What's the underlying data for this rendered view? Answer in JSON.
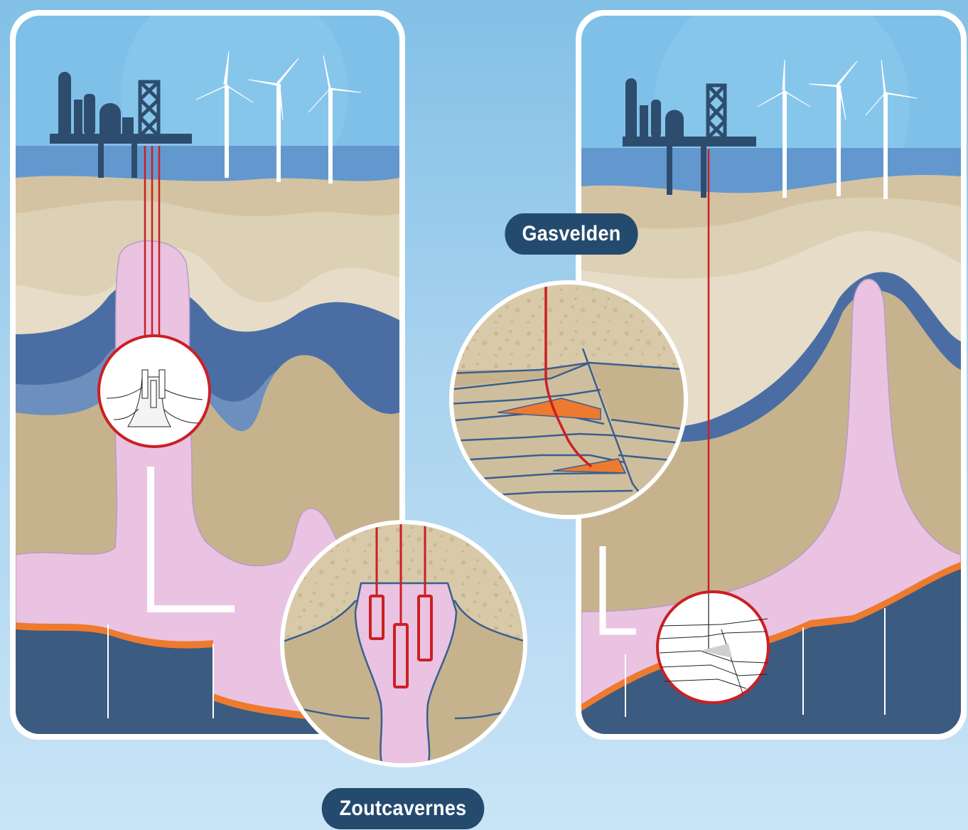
{
  "labels": {
    "gasvelden": "Gasvelden",
    "zoutcavernes": "Zoutcavernes"
  },
  "colors": {
    "sky": "#82c0e6",
    "sea": "#6398cf",
    "sand": "#d4c3a2",
    "sand_dark": "#c3b08a",
    "sand_light": "#e6dcc7",
    "aquifer": "#4a6ea4",
    "salt": "#e9c3e1",
    "basement": "#3c5b80",
    "gas": "#ee7a2f",
    "pipe": "#cc1f25",
    "platform": "#2e4d6e",
    "pill": "#244a6e"
  },
  "icons": [
    "platform-icon",
    "drilling-tower-icon",
    "wind-turbine-icon",
    "magnifier-circle"
  ]
}
